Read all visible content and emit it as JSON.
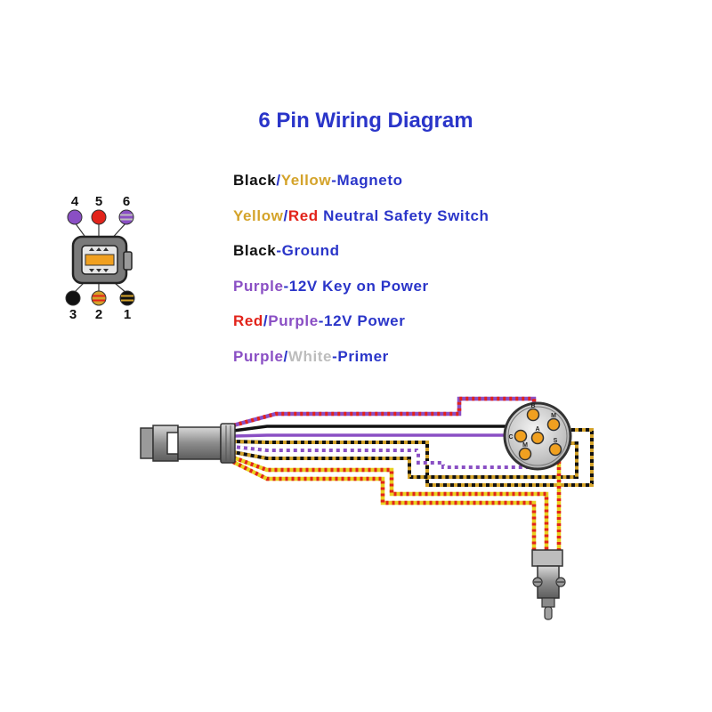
{
  "title": "6 Pin Wiring Diagram",
  "colors": {
    "black": "#111111",
    "yellow": "#d4a32a",
    "red": "#e2231a",
    "purple": "#8a4fc4",
    "white": "#bdbdbd",
    "blue": "#2a35c9"
  },
  "legend": [
    {
      "parts": [
        {
          "text": "Black",
          "color": "black"
        },
        {
          "text": "Yellow",
          "color": "yellow"
        }
      ],
      "function": "Magneto",
      "joiner": "-"
    },
    {
      "parts": [
        {
          "text": "Yellow",
          "color": "yellow"
        },
        {
          "text": "Red",
          "color": "red"
        }
      ],
      "function": "Neutral Safety Switch",
      "joiner": " "
    },
    {
      "parts": [
        {
          "text": "Black",
          "color": "black"
        }
      ],
      "function": "Ground",
      "joiner": "-"
    },
    {
      "parts": [
        {
          "text": "Purple",
          "color": "purple"
        }
      ],
      "function": "12V Key on Power",
      "joiner": "-"
    },
    {
      "parts": [
        {
          "text": "Red",
          "color": "red"
        },
        {
          "text": "Purple",
          "color": "purple"
        }
      ],
      "function": "12V Power",
      "joiner": "-"
    },
    {
      "parts": [
        {
          "text": "Purple",
          "color": "purple"
        },
        {
          "text": "White",
          "color": "white"
        }
      ],
      "function": "Primer",
      "joiner": "-"
    }
  ],
  "connector_pins": [
    {
      "number": "4",
      "fill": "purple"
    },
    {
      "number": "5",
      "fill": "red"
    },
    {
      "number": "6",
      "fill": "purple",
      "stripe": "white"
    },
    {
      "number": "3",
      "fill": "black"
    },
    {
      "number": "2",
      "fill": "yellow",
      "stripe": "red"
    },
    {
      "number": "1",
      "fill": "black",
      "stripe": "yellow"
    }
  ],
  "switch_terminals": [
    "B",
    "M",
    "C",
    "A",
    "S",
    "M"
  ]
}
